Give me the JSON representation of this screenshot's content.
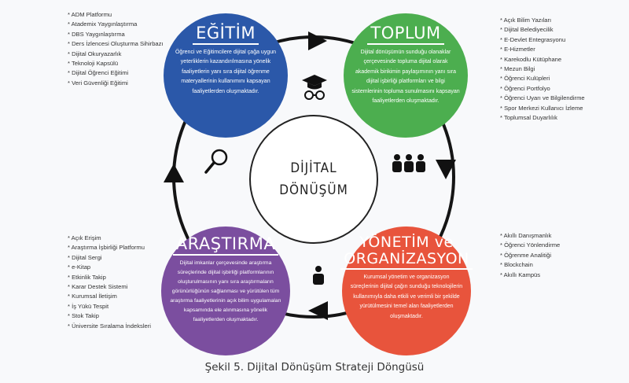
{
  "center": {
    "line1": "DİJİTAL",
    "line2": "DÖNÜŞÜM"
  },
  "sections": {
    "egitim": {
      "title": "EĞİTİM",
      "color": "#2b58a9",
      "desc": "Öğrenci ve Eğitimcilere dijital çağa uygun yeterliklerin kazandırılmasına yönelik faaliyetlerin yanı sıra dijital öğrenme materyallerinin kullanımını kapsayan faaliyetlerden oluşmaktadır.",
      "items": [
        "ADM Platformu",
        "Atademix Yaygınlaştırma",
        "DBS Yaygınlaştırma",
        "Ders İzlencesi Oluşturma Sihirbazı",
        "Dijital Okuryazarlık",
        "Teknoloji Kapsülü",
        "Dijital Öğrenci Eğitimi",
        "Veri Güvenliği Eğitimi"
      ]
    },
    "toplum": {
      "title": "TOPLUM",
      "color": "#4cae4f",
      "desc": "Dijital dönüşümün sunduğu olanaklar çerçevesinde topluma dijital olarak akademik birikimin paylaşımının yanı sıra dijital işbirliği platformları ve bilgi sistemlerinin topluma sunulmasını kapsayan faaliyetlerden oluşmaktadır.",
      "items": [
        "Açık Bilim Yazıları",
        "Dijital Belediyecilik",
        "E-Devlet Entegrasyonu",
        "E-Hizmetler",
        "Karekodlu Kütüphane",
        "Mezun Bilgi",
        "Öğrenci Kulüpleri",
        "Öğrenci Portfolyo",
        "Öğrenci Uyarı ve Bilgilendirme",
        "Spor Merkezi Kullanıcı İzleme",
        "Toplumsal Duyarlılık"
      ]
    },
    "arastirma": {
      "title": "ARAŞTIRMA",
      "color": "#7b4e9f",
      "desc": "Dijital imkanlar çerçevesinde araştırma süreçlerinde dijital işbirliği platformlarının oluşturulmasının yanı sıra araştırmaların görünürlüğünün sağlanması ve yürütülen tüm araştırma faaliyetlerinin açık bilim uygulamaları kapsamında ele alınmasına yönelik faaliyetlerden oluşmaktadır.",
      "items": [
        "Açık Erişim",
        "Araştırma İşbirliği Platformu",
        "Dijital Sergi",
        "e-Kitap",
        "Etkinlik Takip",
        "Karar Destek Sistemi",
        "Kurumsal İletişim",
        "İş Yükü Tespit",
        "Stok Takip",
        "Üniversite Sıralama İndeksleri"
      ]
    },
    "yonetim": {
      "title": "YÖNETİM ve ORGANİZASYON",
      "title1": "YÖNETİM ve",
      "title2": "ORGANİZASYON",
      "color": "#e8543c",
      "desc": "Kurumsal yönetim ve organizasyon süreçlerinin dijital çağın sunduğu teknolojilerin kullanımıyla daha etkili ve verimli bir şekilde yürütülmesini temel alan faaliyetlerden oluşmaktadır.",
      "items": [
        "Akıllı Danışmanlık",
        "Öğrenci Yönlendirme",
        "Öğrenme Analitiği",
        "Blockchain",
        "Akıllı Kampüs"
      ]
    }
  },
  "caption": "Şekil 5. Dijital Dönüşüm Strateji Döngüsü"
}
